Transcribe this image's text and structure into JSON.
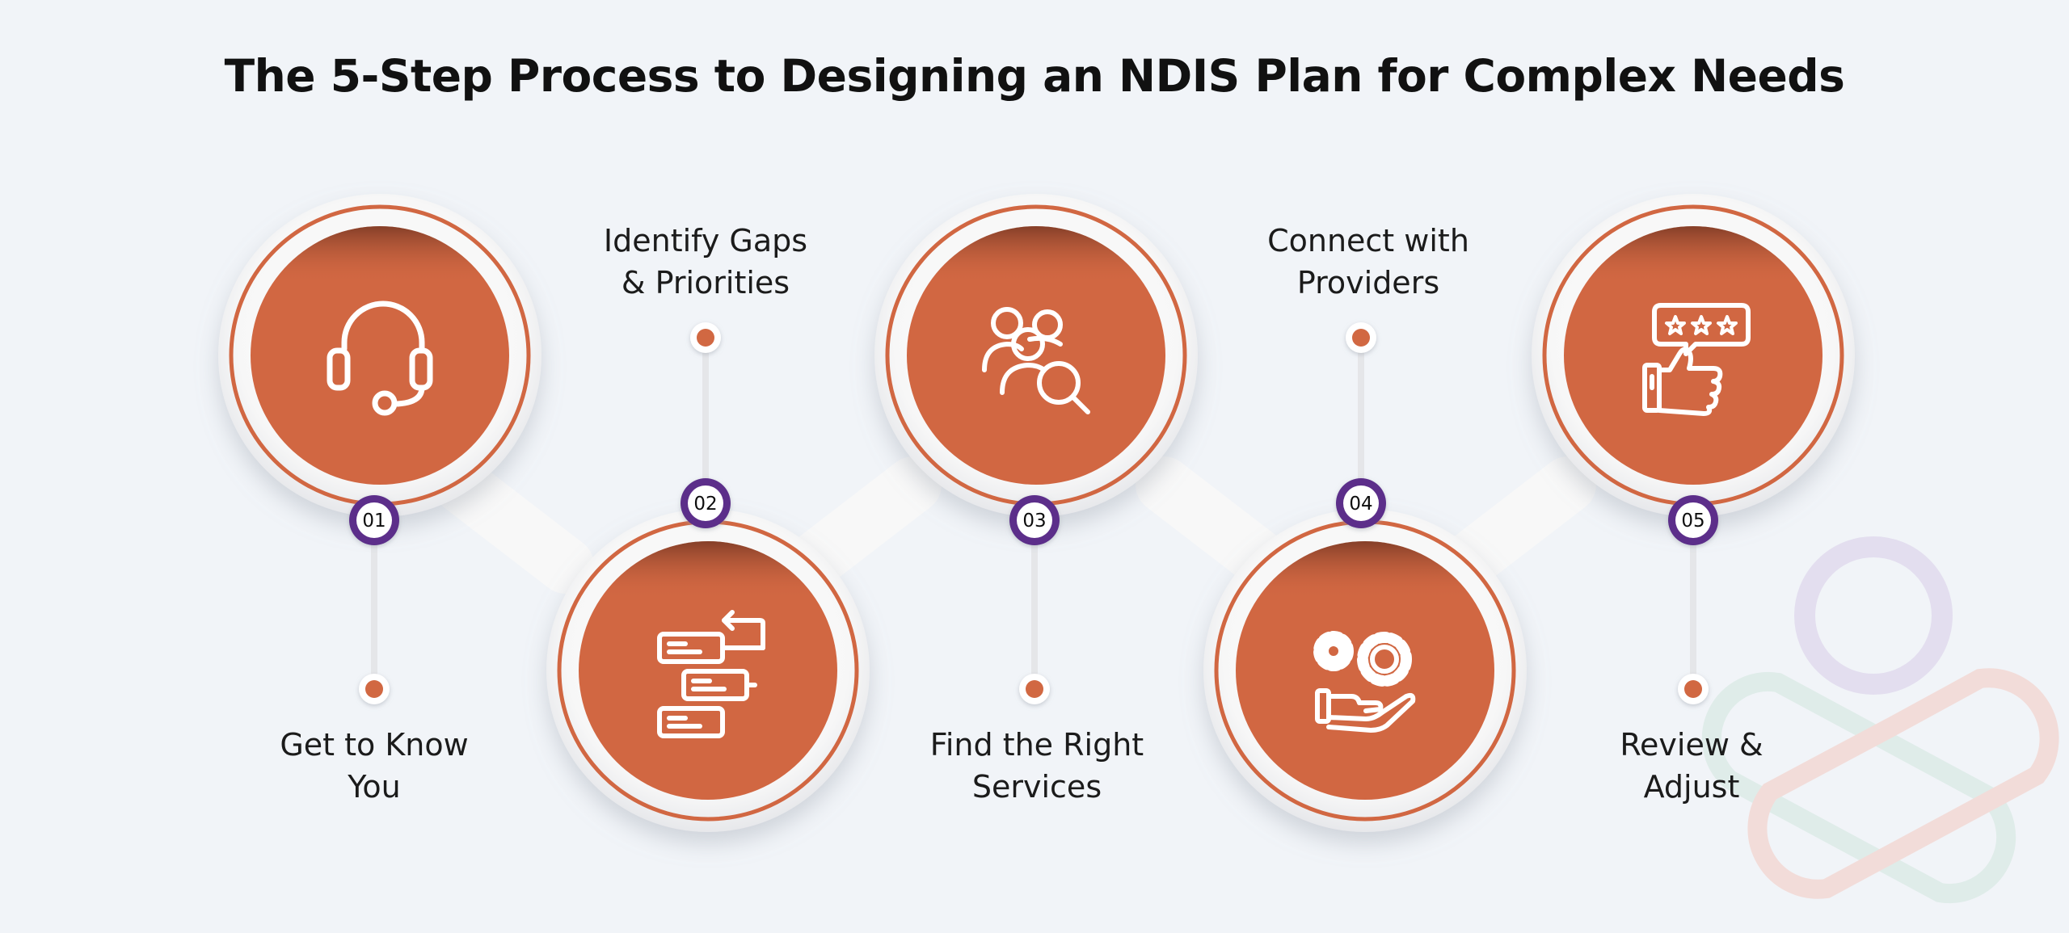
{
  "title": "The 5-Step Process to Designing an NDIS Plan for Complex Needs",
  "colors": {
    "background": "#f1f4f8",
    "circle_fill": "#d16742",
    "circle_ring": "#d16742",
    "badge_ring": "#5b2e8a",
    "icon_stroke": "#ffffff",
    "decor_purple": "#e3deef",
    "decor_green": "#dfece9",
    "decor_pink": "#f2dcd9"
  },
  "steps": [
    {
      "number": "01",
      "label": "Get to Know\nYou",
      "icon": "headset-icon",
      "position": "top",
      "label_side": "bottom"
    },
    {
      "number": "02",
      "label": "Identify Gaps\n& Priorities",
      "icon": "workflow-icon",
      "position": "bottom",
      "label_side": "top"
    },
    {
      "number": "03",
      "label": "Find the Right\nServices",
      "icon": "people-search-icon",
      "position": "top",
      "label_side": "bottom"
    },
    {
      "number": "04",
      "label": "Connect with\nProviders",
      "icon": "gears-hand-icon",
      "position": "bottom",
      "label_side": "top"
    },
    {
      "number": "05",
      "label": "Review &\nAdjust",
      "icon": "thumbs-up-rating-icon",
      "position": "top",
      "label_side": "bottom"
    }
  ]
}
